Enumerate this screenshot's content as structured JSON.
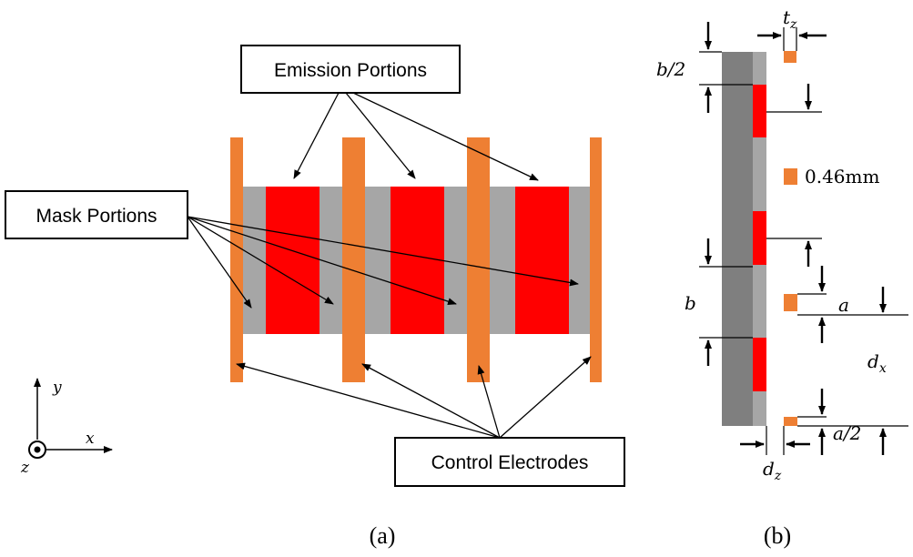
{
  "labels": {
    "emission": "Emission Portions",
    "mask": "Mask Portions",
    "control": "Control Electrodes"
  },
  "captions": {
    "a": "(a)",
    "b": "(b)"
  },
  "axes": {
    "x": "x",
    "y": "y",
    "z": "z"
  },
  "dims": {
    "t": "t",
    "t_sub": "z",
    "b_half": "b/2",
    "size": "0.46mm",
    "b": "b",
    "a": "a",
    "d": "d",
    "dx_sub": "x",
    "dz_sub": "z",
    "a_half": "a/2"
  },
  "colors": {
    "electrode": "#ee7f33",
    "emission": "#ff0000",
    "mask": "#a6a6a6",
    "substrate": "#7f7f7f"
  }
}
